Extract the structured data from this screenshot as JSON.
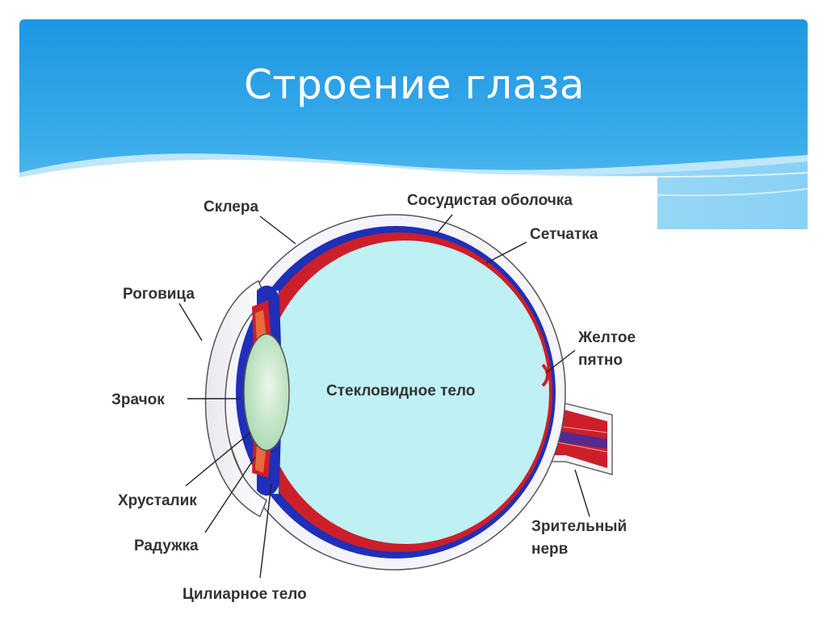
{
  "slide": {
    "title": "Строение глаза"
  },
  "diagram": {
    "labels": {
      "sclera": "Склера",
      "choroid": "Сосудистая оболочка",
      "retina": "Сетчатка",
      "cornea": "Роговица",
      "macula_line1": "Желтое",
      "macula_line2": "пятно",
      "pupil": "Зрачок",
      "vitreous": "Стекловидное тело",
      "lens": "Хрусталик",
      "optic_nerve_line1": "Зрительный",
      "optic_nerve_line2": "нерв",
      "iris": "Радужка",
      "ciliary": "Цилиарное тело"
    },
    "colors": {
      "header_blue": "#2aa0e6",
      "header_light": "#9fd8f5",
      "vitreous": "#bff0f4",
      "retina_red": "#cc1f2a",
      "choroid_blue": "#1f2fb8",
      "sclera": "#f4f4fa",
      "lens": "#cdeecd"
    }
  }
}
